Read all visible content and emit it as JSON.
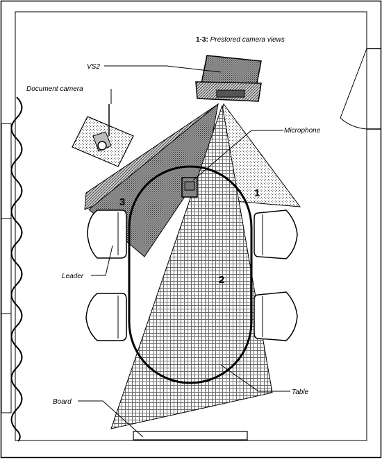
{
  "legend": {
    "prefix": "1-3:",
    "text": " Prestored camera views"
  },
  "labels": {
    "vs2": "VS2",
    "document_camera": "Document camera",
    "microphone": "Microphone",
    "leader": "Leader",
    "table": "Table",
    "board": "Board"
  },
  "view_numbers": {
    "view1": "1",
    "view2": "2",
    "view3": "3"
  }
}
